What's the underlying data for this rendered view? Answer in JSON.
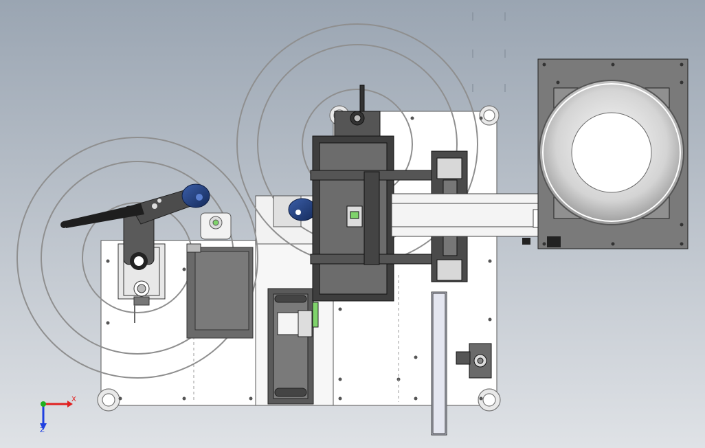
{
  "viewport": {
    "background_top": "#9aa5b2",
    "background_bottom": "#dfe2e6"
  },
  "triad": {
    "x_label": "X",
    "z_label": "Z",
    "x_color": "#e02020",
    "y_color": "#20b020",
    "z_color": "#2040e0"
  },
  "colors": {
    "plate": "#ffffff",
    "plate_edge": "#555555",
    "dark_part": "#4a4a4a",
    "mid_part": "#8a8a8a",
    "motor_blue": "#1f3b78",
    "accent_green": "#7fd36b",
    "feeder_frame": "#7a7a7a",
    "reach_circle": "#8f8f8f"
  },
  "components": [
    "base-plate",
    "robot-arm-left",
    "robot-arm-right",
    "vibratory-bowl-feeder",
    "linear-feeder",
    "gantry-tray",
    "conveyor-belt",
    "sensor-bracket",
    "guide-rail"
  ]
}
